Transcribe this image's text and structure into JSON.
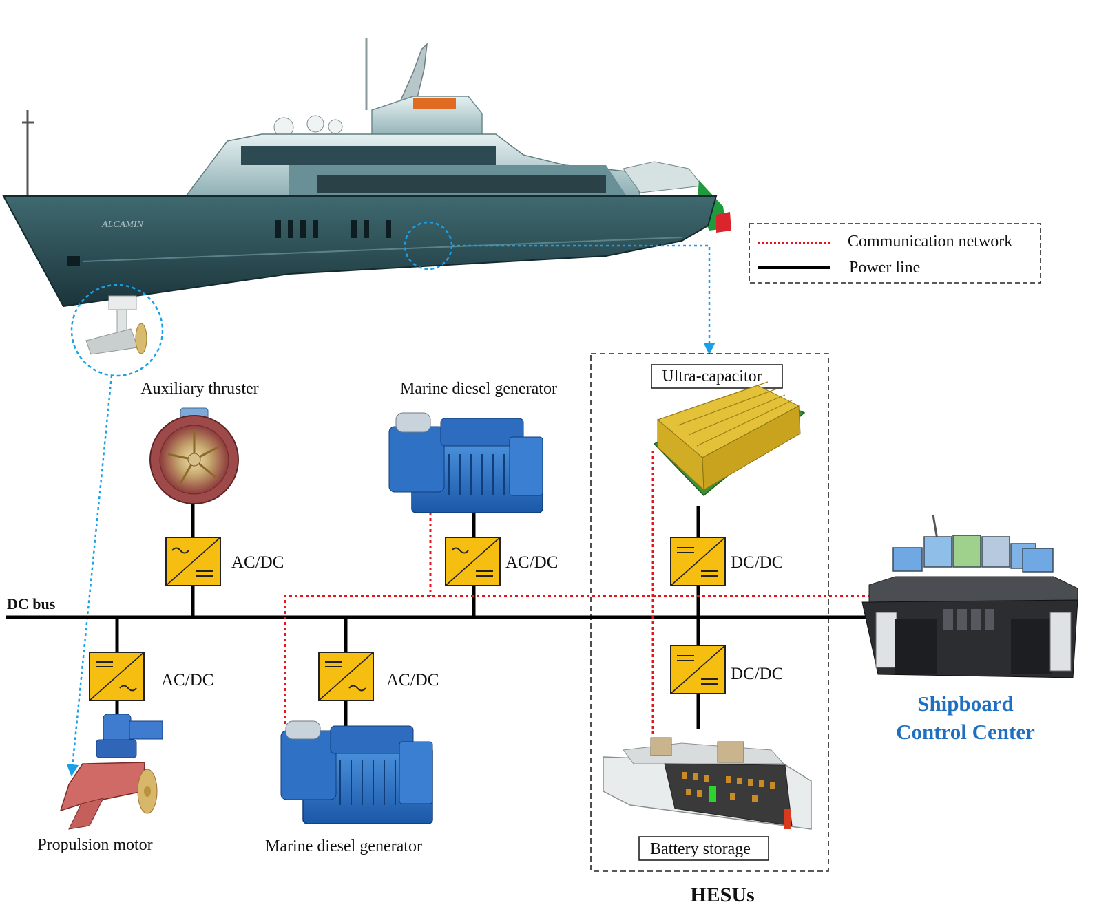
{
  "legend": {
    "comm_label": "Communication network",
    "power_label": "Power line"
  },
  "bus": {
    "label": "DC bus"
  },
  "ship": {
    "name": "ALCAMIN"
  },
  "components": {
    "auxiliary_thruster": "Auxiliary thruster",
    "diesel_generator_top": "Marine diesel generator",
    "diesel_generator_bottom": "Marine diesel generator",
    "propulsion_motor": "Propulsion  motor",
    "ultra_capacitor": "Ultra-capacitor",
    "battery_storage": "Battery storage"
  },
  "converters": {
    "thruster": "AC/DC",
    "gen_top": "AC/DC",
    "propulsion": "AC/DC",
    "gen_bottom": "AC/DC",
    "ucap": "DC/DC",
    "battery": "DC/DC"
  },
  "hesu": {
    "label": "HESUs"
  },
  "control_center": {
    "line1": "Shipboard",
    "line2": "Control Center"
  },
  "colors": {
    "comm": "#e8141c",
    "power": "#000000",
    "link": "#1aa0e8",
    "converter_fill": "#f7be12",
    "control_center_text": "#1f6fc0"
  }
}
